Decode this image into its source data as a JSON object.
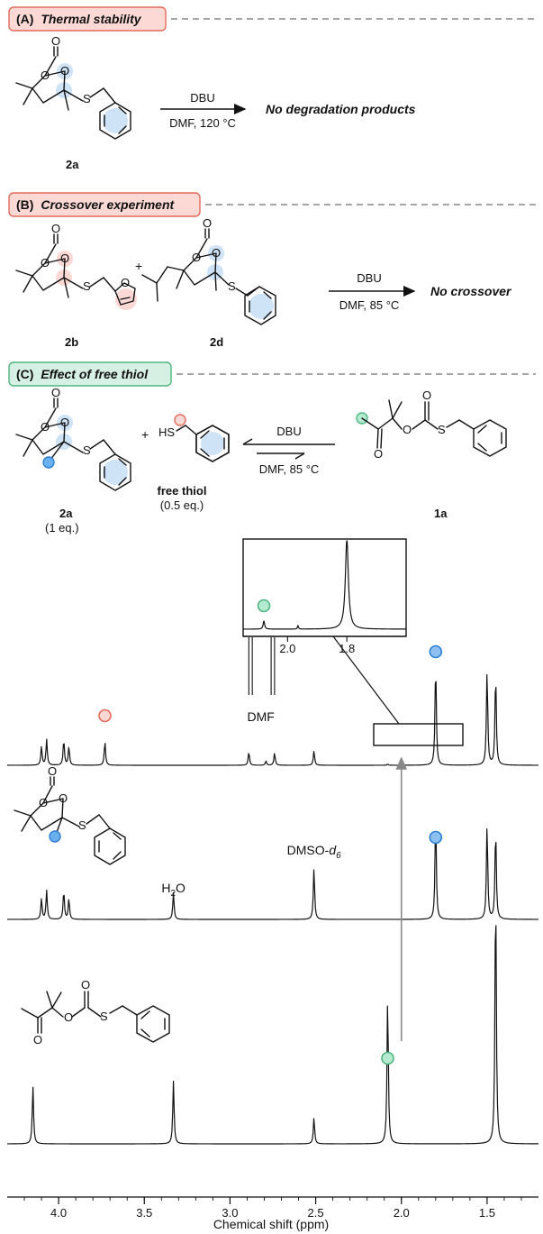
{
  "colors": {
    "red_fill": "#fcd9d4",
    "red_stroke": "#e36b5a",
    "green_fill": "#d6f1e3",
    "green_stroke": "#4fb581",
    "blue_fill": "#cfe3f7",
    "blue_stroke": "#2f7fd3",
    "ink": "#111111",
    "dash": "#888888",
    "arrow": "#888888"
  },
  "panels": {
    "a": {
      "prefix": "(A)",
      "title": "Thermal stability"
    },
    "b": {
      "prefix": "(B)",
      "title": "Crossover experiment"
    },
    "c": {
      "prefix": "(C)",
      "title": "Effect of free thiol"
    }
  },
  "compounds": {
    "a_2a": "2a",
    "b_2b": "2b",
    "b_2d": "2d",
    "c_2a": "2a",
    "c_2a_eq": "(1 eq.)",
    "c_thiol": "free thiol",
    "c_thiol_eq": "(0.5 eq.)",
    "c_1a": "1a",
    "hs": "HS",
    "s": "S",
    "o": "O",
    "plus": "+"
  },
  "reactions": {
    "a": {
      "reagent": "DBU",
      "conditions": "DMF, 120 °C",
      "result": "No degradation products"
    },
    "b": {
      "reagent": "DBU",
      "conditions": "DMF, 85 °C",
      "result": "No crossover"
    },
    "c": {
      "reagent": "DBU",
      "conditions": "DMF, 85 °C"
    }
  },
  "chart_data": {
    "type": "nmr_spectrum",
    "xlabel": "Chemical shift (ppm)",
    "x_ticks": [
      "4.0",
      "3.5",
      "3.0",
      "2.5",
      "2.0",
      "1.5"
    ],
    "xlim": [
      4.3,
      1.2
    ],
    "spectra": [
      {
        "id": "mixture",
        "peaks": [
          {
            "ppm": 4.1,
            "height": 0.18
          },
          {
            "ppm": 4.07,
            "height": 0.25
          },
          {
            "ppm": 3.97,
            "height": 0.25
          },
          {
            "ppm": 3.94,
            "height": 0.18
          },
          {
            "ppm": 3.73,
            "height": 0.23
          },
          {
            "ppm": 2.89,
            "height": 0.13
          },
          {
            "ppm": 2.79,
            "height": 0.04
          },
          {
            "ppm": 2.74,
            "height": 0.12
          },
          {
            "ppm": 2.51,
            "height": 0.14
          },
          {
            "ppm": 2.08,
            "height": 0.01
          },
          {
            "ppm": 1.8,
            "height": 1.0
          },
          {
            "ppm": 1.5,
            "height": 0.93
          },
          {
            "ppm": 1.45,
            "height": 0.9
          }
        ],
        "annotations": [
          "DMF"
        ]
      },
      {
        "id": "cyclic_carbonate_2a",
        "peaks": [
          {
            "ppm": 4.1,
            "height": 0.2
          },
          {
            "ppm": 4.07,
            "height": 0.28
          },
          {
            "ppm": 3.97,
            "height": 0.28
          },
          {
            "ppm": 3.94,
            "height": 0.2
          },
          {
            "ppm": 3.33,
            "height": 0.26
          },
          {
            "ppm": 2.51,
            "height": 0.5
          },
          {
            "ppm": 1.8,
            "height": 1.0
          },
          {
            "ppm": 1.5,
            "height": 0.93
          },
          {
            "ppm": 1.45,
            "height": 0.89
          }
        ],
        "annotations": [
          "H2O",
          "DMSO-d6"
        ]
      },
      {
        "id": "linear_thiocarbonate_1a",
        "peaks": [
          {
            "ppm": 4.15,
            "height": 0.22
          },
          {
            "ppm": 3.33,
            "height": 0.24
          },
          {
            "ppm": 2.51,
            "height": 0.1
          },
          {
            "ppm": 2.08,
            "height": 0.57
          },
          {
            "ppm": 1.45,
            "height": 1.0
          }
        ]
      }
    ],
    "inset": {
      "x_ticks": [
        "2.0",
        "1.8"
      ],
      "xlim": [
        2.15,
        1.6
      ]
    }
  },
  "spectrum_labels": {
    "dmf": "DMF",
    "h2o_main": "H",
    "h2o_sub": "2",
    "h2o_tail": "O",
    "dmso_main": "DMSO-",
    "dmso_d": "d",
    "dmso_sub": "6"
  }
}
